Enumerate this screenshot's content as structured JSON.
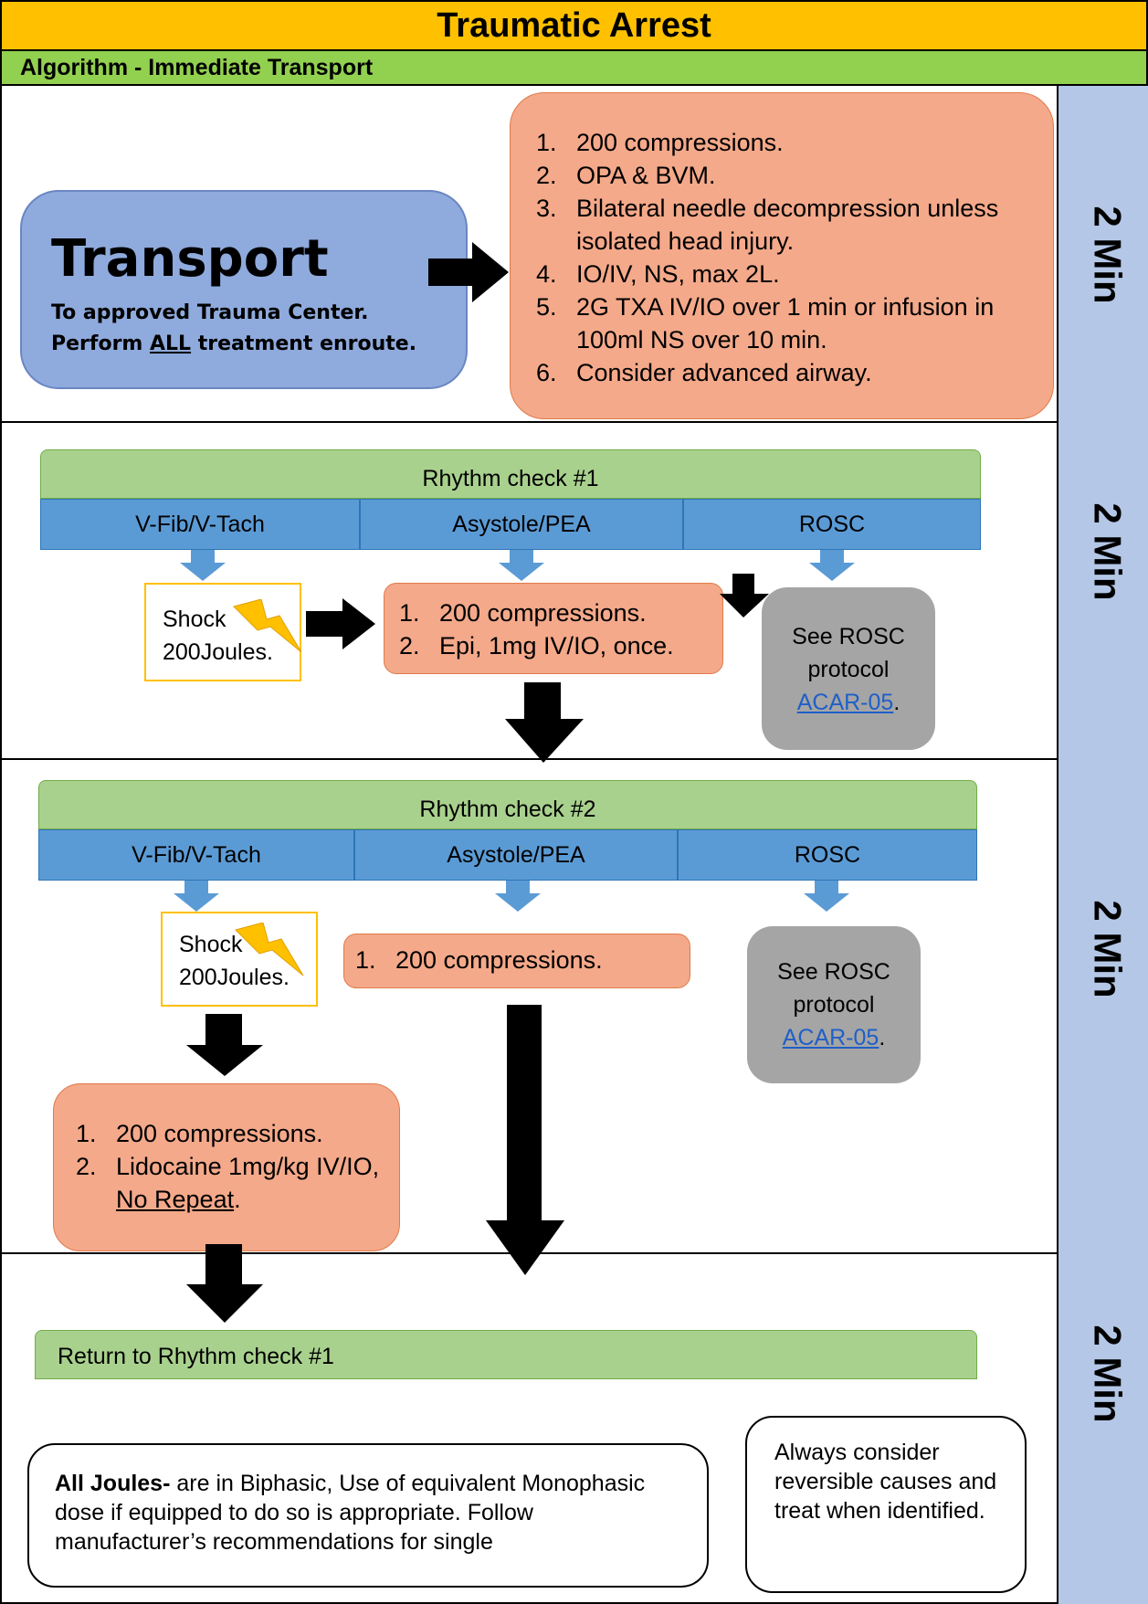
{
  "header": {
    "title": "Traumatic Arrest",
    "subtitle": "Algorithm - Immediate Transport"
  },
  "side_labels": [
    "2 Min",
    "2 Min",
    "2 Min",
    "2 Min"
  ],
  "transport": {
    "heading": "Transport",
    "line1": "To approved Trauma Center.",
    "line2_pre": "Perform ",
    "line2_emph": "ALL",
    "line2_post": " treatment enroute."
  },
  "initial_steps": [
    "200 compressions.",
    "OPA & BVM.",
    "Bilateral needle decompression unless isolated head injury.",
    "IO/IV, NS, max 2L.",
    "2G TXA IV/IO over 1 min or infusion in 100ml NS over 10 min.",
    "Consider advanced airway."
  ],
  "check1": {
    "title": "Rhythm check #1",
    "columns": [
      "V-Fib/V-Tach",
      "Asystole/PEA",
      "ROSC"
    ],
    "shock_line1": "Shock",
    "shock_line2": "200Joules.",
    "steps": [
      "200 compressions.",
      "Epi, 1mg IV/IO, once."
    ],
    "rosc_line1": "See ROSC",
    "rosc_line2": "protocol",
    "rosc_link": "ACAR-05",
    "rosc_period": "."
  },
  "check2": {
    "title": "Rhythm check #2",
    "columns": [
      "V-Fib/V-Tach",
      "Asystole/PEA",
      "ROSC"
    ],
    "shock_line1": "Shock",
    "shock_line2": "200Joules.",
    "asystole_steps": [
      "200 compressions."
    ],
    "vfib_step1": "200 compressions.",
    "vfib_step2_pre": "Lidocaine 1mg/kg IV/IO, ",
    "vfib_step2_emph": "No Repeat",
    "vfib_step2_post": ".",
    "rosc_line1": "See ROSC",
    "rosc_line2": "protocol",
    "rosc_link": "ACAR-05",
    "rosc_period": "."
  },
  "return_label": "Return to Rhythm check #1",
  "notes": {
    "joules_bold": "All Joules-",
    "joules_text": " are in Biphasic, Use of equivalent Monophasic dose if equipped to do so is appropriate. Follow manufacturer’s recommendations for single",
    "reversible": "Always consider reversible causes and treat when identified."
  },
  "colors": {
    "title_bg": "#ffc000",
    "subtitle_bg": "#92d050",
    "side_bg": "#b4c7e7",
    "transport_bg": "#8faadc",
    "step_bg": "#f4a98a",
    "rosc_bg": "#a5a5a5",
    "check_bar": "#a9d18e",
    "column_bg": "#5b9bd5",
    "shock_border": "#ffc000",
    "link": "#1f5fc8"
  },
  "icons": [
    "lightning-bolt-icon",
    "arrow-right-icon",
    "arrow-down-icon",
    "chevron-down-arrow-icon"
  ]
}
